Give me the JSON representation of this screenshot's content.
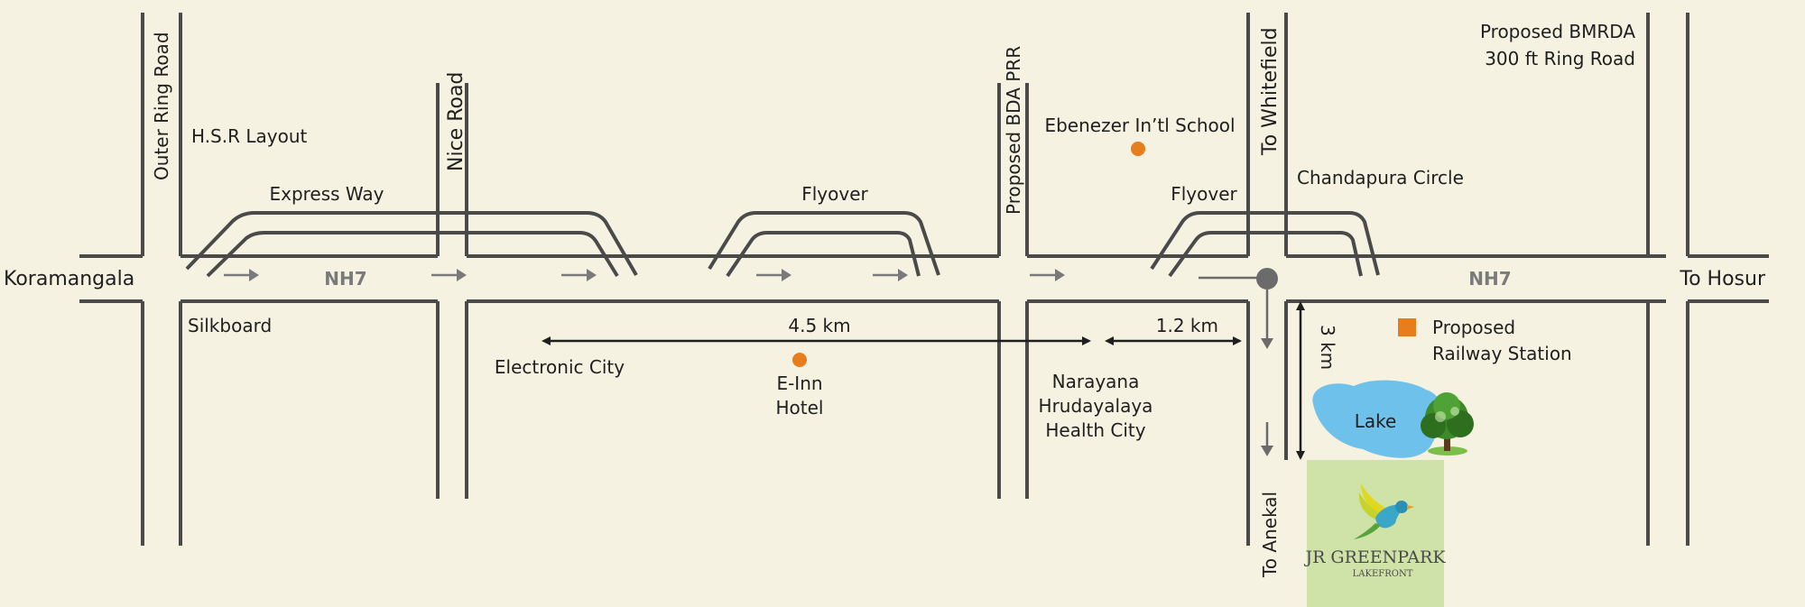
{
  "places": {
    "koramangala": "Koramangala",
    "to_hosur": "To Hosur",
    "outer_ring_road": "Outer Ring Road",
    "hsr_layout": "H.S.R Layout",
    "nice_road": "Nice Road",
    "express_way": "Express Way",
    "flyover_1": "Flyover",
    "proposed_bda_prr": "Proposed BDA PRR",
    "ebenezer_school": "Ebenezer In’tl School",
    "to_whitefield": "To Whitefield",
    "flyover_2": "Flyover",
    "chandapura_circle": "Chandapura Circle",
    "bmrda_line1": "Proposed BMRDA",
    "bmrda_line2": "300 ft Ring Road",
    "nh7_left": "NH7",
    "nh7_right": "NH7",
    "silkboard": "Silkboard",
    "electronic_city": "Electronic City",
    "einn_line1": "E-Inn",
    "einn_line2": "Hotel",
    "narayana_line1": "Narayana",
    "narayana_line2": "Hrudayalaya",
    "narayana_line3": "Health City",
    "railway_line1": "Proposed",
    "railway_line2": "Railway Station",
    "lake": "Lake",
    "to_anekal": "To Anekal"
  },
  "distances": {
    "ecity_to_narayana": "4.5 km",
    "narayana_to_chandapura": "1.2 km",
    "chandapura_to_site": "3 km"
  },
  "project": {
    "name": "JR GREENPARK",
    "subtitle": "LAKEFRONT"
  },
  "colors": {
    "background": "#f5f2e1",
    "road": "#4a4a4a",
    "landmark_dot": "#e87d1e",
    "lake": "#6ec1ea",
    "project_plot": "#cfe3a8",
    "junction": "#6b6b6b"
  },
  "icons": [
    "arrow-right-icon",
    "arrow-down-icon",
    "landmark-dot-icon",
    "railway-station-icon",
    "tree-icon",
    "bird-logo-icon",
    "junction-icon"
  ]
}
